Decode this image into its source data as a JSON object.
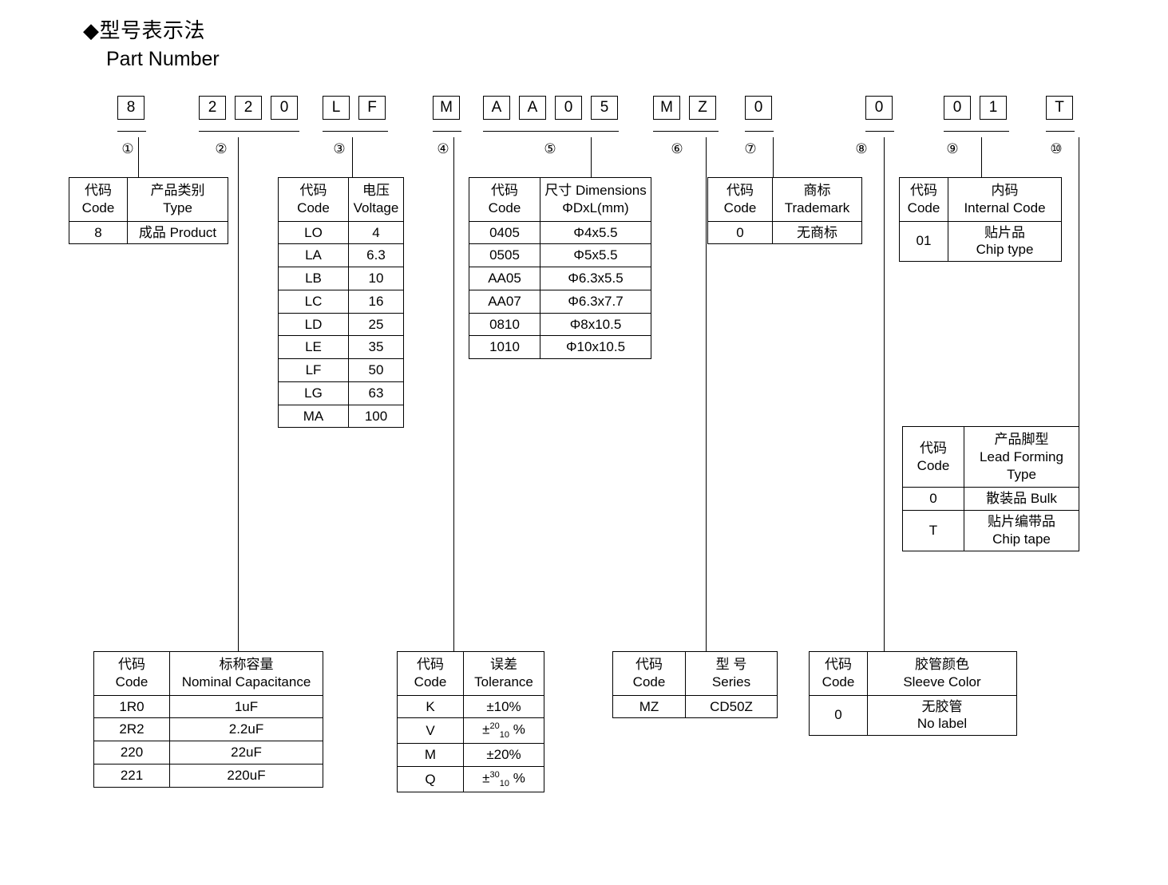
{
  "heading": {
    "cn": "◆型号表示法",
    "en": "Part Number"
  },
  "part_number": {
    "segments": [
      {
        "index": "①",
        "chars": [
          "8"
        ]
      },
      {
        "index": "②",
        "chars": [
          "2",
          "2",
          "0"
        ]
      },
      {
        "index": "③",
        "chars": [
          "L",
          "F"
        ]
      },
      {
        "index": "④",
        "chars": [
          "M"
        ]
      },
      {
        "index": "⑤",
        "chars": [
          "A",
          "A",
          "0",
          "5"
        ]
      },
      {
        "index": "⑥",
        "chars": [
          "M",
          "Z"
        ]
      },
      {
        "index": "⑦",
        "chars": [
          "0"
        ]
      },
      {
        "index": "⑧",
        "chars": [
          "0"
        ]
      },
      {
        "index": "⑨",
        "chars": [
          "0",
          "1"
        ]
      },
      {
        "index": "⑩",
        "chars": [
          "T"
        ]
      }
    ]
  },
  "tables": {
    "type": {
      "header": {
        "code_cn": "代码",
        "code_en": "Code",
        "title_cn": "产品类别",
        "title_en": "Type"
      },
      "rows": [
        {
          "code": "8",
          "value": "成品 Product"
        }
      ]
    },
    "voltage": {
      "header": {
        "code_cn": "代码",
        "code_en": "Code",
        "title_cn": "电压",
        "title_en": "Voltage"
      },
      "rows": [
        {
          "code": "LO",
          "value": "4"
        },
        {
          "code": "LA",
          "value": "6.3"
        },
        {
          "code": "LB",
          "value": "10"
        },
        {
          "code": "LC",
          "value": "16"
        },
        {
          "code": "LD",
          "value": "25"
        },
        {
          "code": "LE",
          "value": "35"
        },
        {
          "code": "LF",
          "value": "50"
        },
        {
          "code": "LG",
          "value": "63"
        },
        {
          "code": "MA",
          "value": "100"
        }
      ]
    },
    "dimensions": {
      "header": {
        "code_cn": "代码",
        "code_en": "Code",
        "title_cn": "尺寸 Dimensions",
        "title_en": "ΦDxL(mm)"
      },
      "rows": [
        {
          "code": "0405",
          "value": "Φ4x5.5"
        },
        {
          "code": "0505",
          "value": "Φ5x5.5"
        },
        {
          "code": "AA05",
          "value": "Φ6.3x5.5"
        },
        {
          "code": "AA07",
          "value": "Φ6.3x7.7"
        },
        {
          "code": "0810",
          "value": "Φ8x10.5"
        },
        {
          "code": "1010",
          "value": "Φ10x10.5"
        }
      ]
    },
    "trademark": {
      "header": {
        "code_cn": "代码",
        "code_en": "Code",
        "title_cn": "商标",
        "title_en": "Trademark"
      },
      "rows": [
        {
          "code": "0",
          "value": "无商标"
        }
      ]
    },
    "internal_code": {
      "header": {
        "code_cn": "代码",
        "code_en": "Code",
        "title_cn": "内码",
        "title_en": "Internal Code"
      },
      "rows": [
        {
          "code": "01",
          "value_cn": "贴片品",
          "value_en": "Chip type"
        }
      ]
    },
    "lead_forming": {
      "header": {
        "code_cn": "代码",
        "code_en": "Code",
        "title_cn": "产品脚型",
        "title_en": "Lead Forming",
        "title_en2": "Type"
      },
      "rows": [
        {
          "code": "0",
          "value_cn": "散装品 Bulk",
          "value_en": ""
        },
        {
          "code": "T",
          "value_cn": "贴片编带品",
          "value_en": "Chip tape"
        }
      ]
    },
    "capacitance": {
      "header": {
        "code_cn": "代码",
        "code_en": "Code",
        "title_cn": "标称容量",
        "title_en": "Nominal Capacitance"
      },
      "rows": [
        {
          "code": "1R0",
          "value": "1uF"
        },
        {
          "code": "2R2",
          "value": "2.2uF"
        },
        {
          "code": "220",
          "value": "22uF"
        },
        {
          "code": "221",
          "value": "220uF"
        }
      ]
    },
    "tolerance": {
      "header": {
        "code_cn": "代码",
        "code_en": "Code",
        "title_cn": "误差",
        "title_en": "Tolerance"
      },
      "rows": [
        {
          "code": "K",
          "value": "±10%",
          "sup": "",
          "sub": ""
        },
        {
          "code": "V",
          "value": "",
          "sup": "20",
          "sub": "10"
        },
        {
          "code": "M",
          "value": "±20%",
          "sup": "",
          "sub": ""
        },
        {
          "code": "Q",
          "value": "",
          "sup": "30",
          "sub": "10"
        }
      ]
    },
    "series": {
      "header": {
        "code_cn": "代码",
        "code_en": "Code",
        "title_cn": "型 号",
        "title_en": "Series"
      },
      "rows": [
        {
          "code": "MZ",
          "value": "CD50Z"
        }
      ]
    },
    "sleeve_color": {
      "header": {
        "code_cn": "代码",
        "code_en": "Code",
        "title_cn": "胶管颜色",
        "title_en": "Sleeve Color"
      },
      "rows": [
        {
          "code": "0",
          "value_cn": "无胶管",
          "value_en": "No label"
        }
      ]
    }
  }
}
